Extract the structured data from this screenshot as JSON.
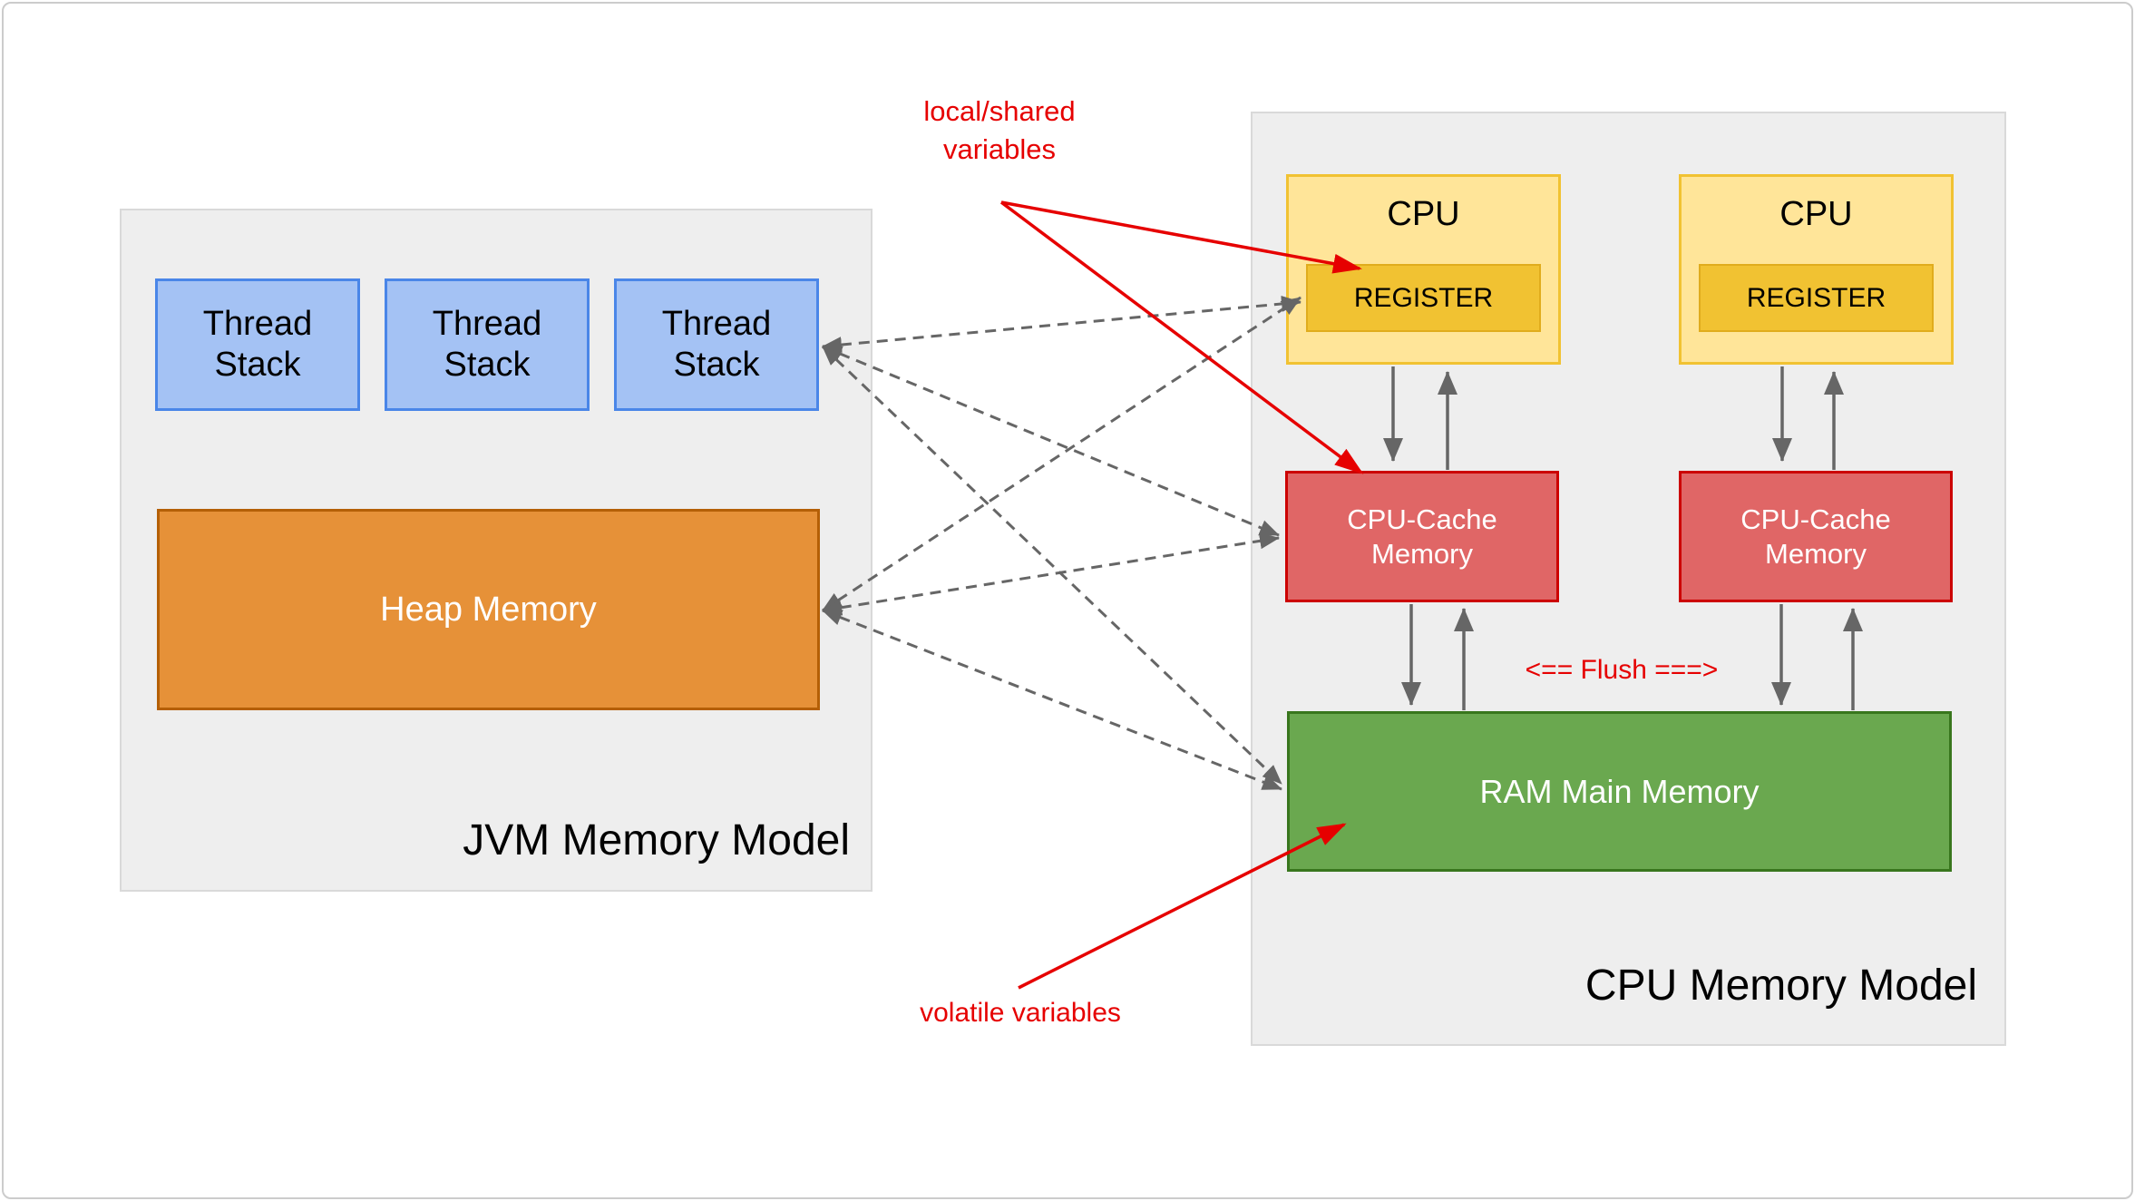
{
  "jvm": {
    "title": "JVM Memory Model",
    "thread_stacks": [
      {
        "label": "Thread\nStack"
      },
      {
        "label": "Thread\nStack"
      },
      {
        "label": "Thread\nStack"
      }
    ],
    "heap": {
      "label": "Heap Memory"
    }
  },
  "cpu": {
    "title": "CPU Memory Model",
    "cpus": [
      {
        "label": "CPU",
        "register_label": "REGISTER"
      },
      {
        "label": "CPU",
        "register_label": "REGISTER"
      }
    ],
    "caches": [
      {
        "label": "CPU-Cache\nMemory"
      },
      {
        "label": "CPU-Cache\nMemory"
      }
    ],
    "ram": {
      "label": "RAM Main Memory"
    },
    "flush_label": "<== Flush ===>"
  },
  "annotations": {
    "local_shared": "local/shared\nvariables",
    "volatile": "volatile variables"
  },
  "colors": {
    "annotation_red": "#e60000",
    "connector_gray": "#666666",
    "thread_stack_fill": "#a4c2f4",
    "thread_stack_border": "#4a86e8",
    "heap_fill": "#e69138",
    "heap_border": "#b45f06",
    "cpu_fill": "#ffe599",
    "cpu_border": "#f1c232",
    "register_fill": "#f1c232",
    "cache_fill": "#e06666",
    "cache_border": "#cc0000",
    "ram_fill": "#6aa84f",
    "ram_border": "#38761d",
    "container_fill": "#eeeeee",
    "container_border": "#d9d9d9"
  }
}
